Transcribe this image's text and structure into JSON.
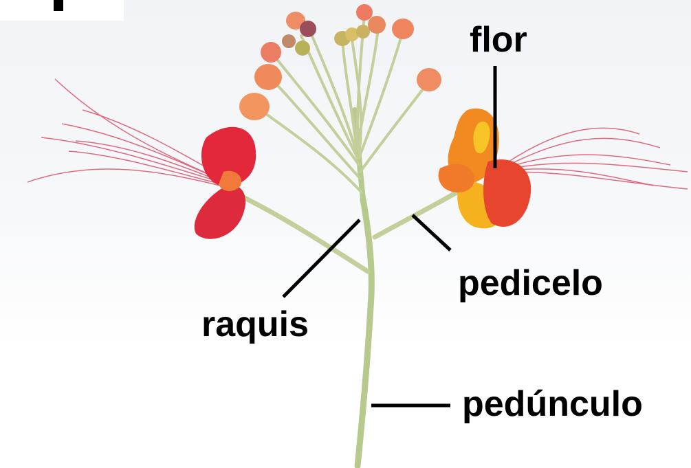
{
  "labels": {
    "flor": "flor",
    "pedicelo": "pedicelo",
    "raquis": "raquis",
    "pedunculo": "pedúnculo"
  },
  "colors": {
    "stem": "#b9c98e",
    "petal_red": "#e0283a",
    "petal_orange": "#f07a2a",
    "petal_yellow": "#f6c21c",
    "bud": "#f08a5a",
    "stamen": "#d94b62",
    "leader_line": "#000000"
  }
}
